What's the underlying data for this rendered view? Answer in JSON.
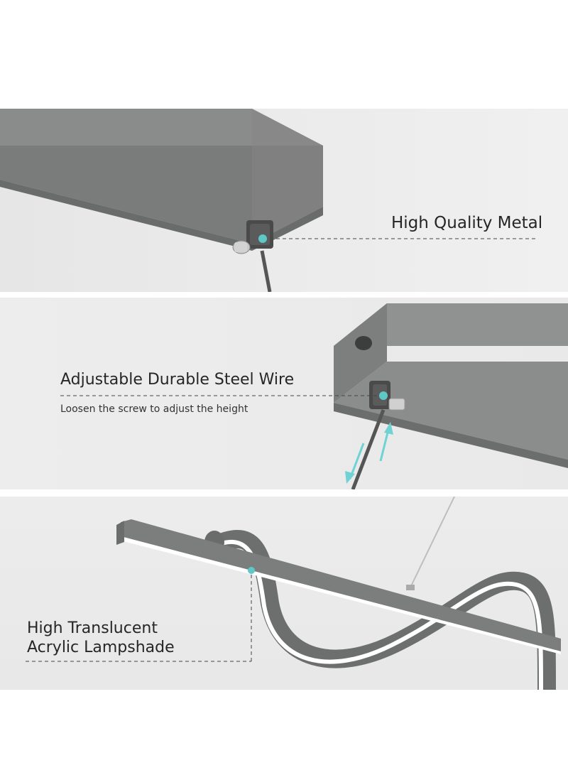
{
  "panels": [
    {
      "id": "metal",
      "label": "High Quality Metal",
      "marker_color": "#5ec8c8"
    },
    {
      "id": "wire",
      "label": "Adjustable Durable Steel Wire",
      "sublabel": "Loosen the screw to adjust the height",
      "marker_color": "#5ec8c8",
      "arrow_color": "#6fd3d3"
    },
    {
      "id": "lampshade",
      "label_lines": [
        "High Translucent",
        "Acrylic Lampshade"
      ],
      "marker_color": "#5ec8c8"
    }
  ],
  "colors": {
    "metal_gray": "#7f8080",
    "metal_dark": "#5f6060",
    "led_glow": "#ffffff",
    "text": "#262626"
  }
}
